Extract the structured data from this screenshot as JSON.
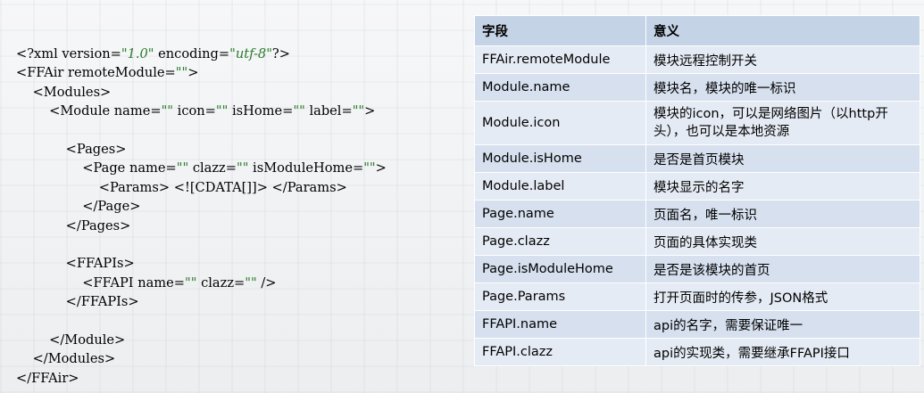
{
  "code_lines": [
    {
      "indent": "",
      "parts": [
        {
          "t": "<?xml version=",
          "c": "tag"
        },
        {
          "t": "\"1.0\"",
          "c": "str"
        },
        {
          "t": " encoding=",
          "c": "tag"
        },
        {
          "t": "\"utf-8\"",
          "c": "str"
        },
        {
          "t": "?>",
          "c": "tag"
        }
      ]
    },
    {
      "indent": "",
      "parts": [
        {
          "t": "<FFAir remoteModule=",
          "c": "tag"
        },
        {
          "t": "\"\"",
          "c": "str"
        },
        {
          "t": ">",
          "c": "tag"
        }
      ]
    },
    {
      "indent": "    ",
      "parts": [
        {
          "t": "<Modules>",
          "c": "tag"
        }
      ]
    },
    {
      "indent": "        ",
      "parts": [
        {
          "t": "<Module name=",
          "c": "tag"
        },
        {
          "t": "\"\"",
          "c": "str"
        },
        {
          "t": " icon=",
          "c": "tag"
        },
        {
          "t": "\"\"",
          "c": "str"
        },
        {
          "t": " isHome=",
          "c": "tag"
        },
        {
          "t": "\"\"",
          "c": "str"
        },
        {
          "t": " label=",
          "c": "tag"
        },
        {
          "t": "\"\"",
          "c": "str"
        },
        {
          "t": ">",
          "c": "tag"
        }
      ]
    },
    {
      "indent": "",
      "parts": []
    },
    {
      "indent": "            ",
      "parts": [
        {
          "t": "<Pages>",
          "c": "tag"
        }
      ]
    },
    {
      "indent": "                ",
      "parts": [
        {
          "t": "<Page name=",
          "c": "tag"
        },
        {
          "t": "\"\"",
          "c": "str"
        },
        {
          "t": " clazz=",
          "c": "tag"
        },
        {
          "t": "\"\"",
          "c": "str"
        },
        {
          "t": " isModuleHome=",
          "c": "tag"
        },
        {
          "t": "\"\"",
          "c": "str"
        },
        {
          "t": ">",
          "c": "tag"
        }
      ]
    },
    {
      "indent": "                    ",
      "parts": [
        {
          "t": "<Params> <![CDATA[]]> </Params>",
          "c": "tag"
        }
      ]
    },
    {
      "indent": "                ",
      "parts": [
        {
          "t": "</Page>",
          "c": "tag"
        }
      ]
    },
    {
      "indent": "            ",
      "parts": [
        {
          "t": "</Pages>",
          "c": "tag"
        }
      ]
    },
    {
      "indent": "",
      "parts": []
    },
    {
      "indent": "            ",
      "parts": [
        {
          "t": "<FFAPIs>",
          "c": "tag"
        }
      ]
    },
    {
      "indent": "                ",
      "parts": [
        {
          "t": "<FFAPI name=",
          "c": "tag"
        },
        {
          "t": "\"\"",
          "c": "str"
        },
        {
          "t": " clazz=",
          "c": "tag"
        },
        {
          "t": "\"\"",
          "c": "str"
        },
        {
          "t": " />",
          "c": "tag"
        }
      ]
    },
    {
      "indent": "            ",
      "parts": [
        {
          "t": "</FFAPIs>",
          "c": "tag"
        }
      ]
    },
    {
      "indent": "",
      "parts": []
    },
    {
      "indent": "        ",
      "parts": [
        {
          "t": "</Module>",
          "c": "tag"
        }
      ]
    },
    {
      "indent": "    ",
      "parts": [
        {
          "t": "</Modules>",
          "c": "tag"
        }
      ]
    },
    {
      "indent": "",
      "parts": [
        {
          "t": "</FFAir>",
          "c": "tag"
        }
      ]
    }
  ],
  "table": {
    "headers": [
      "字段",
      "意义"
    ],
    "rows": [
      [
        "FFAir.remoteModule",
        "模块远程控制开关"
      ],
      [
        "Module.name",
        "模块名，模块的唯一标识"
      ],
      [
        "Module.icon",
        "模块的icon，可以是网络图片（以http开头），也可以是本地资源"
      ],
      [
        "Module.isHome",
        "是否是首页模块"
      ],
      [
        "Module.label",
        "模块显示的名字"
      ],
      [
        "Page.name",
        "页面名，唯一标识"
      ],
      [
        "Page.clazz",
        "页面的具体实现类"
      ],
      [
        "Page.isModuleHome",
        "是否是该模块的首页"
      ],
      [
        "Page.Params",
        "打开页面时的传参，JSON格式"
      ],
      [
        "FFAPI.name",
        "api的名字，需要保证唯一"
      ],
      [
        "FFAPI.clazz",
        "api的实现类，需要继承FFAPI接口"
      ]
    ]
  }
}
